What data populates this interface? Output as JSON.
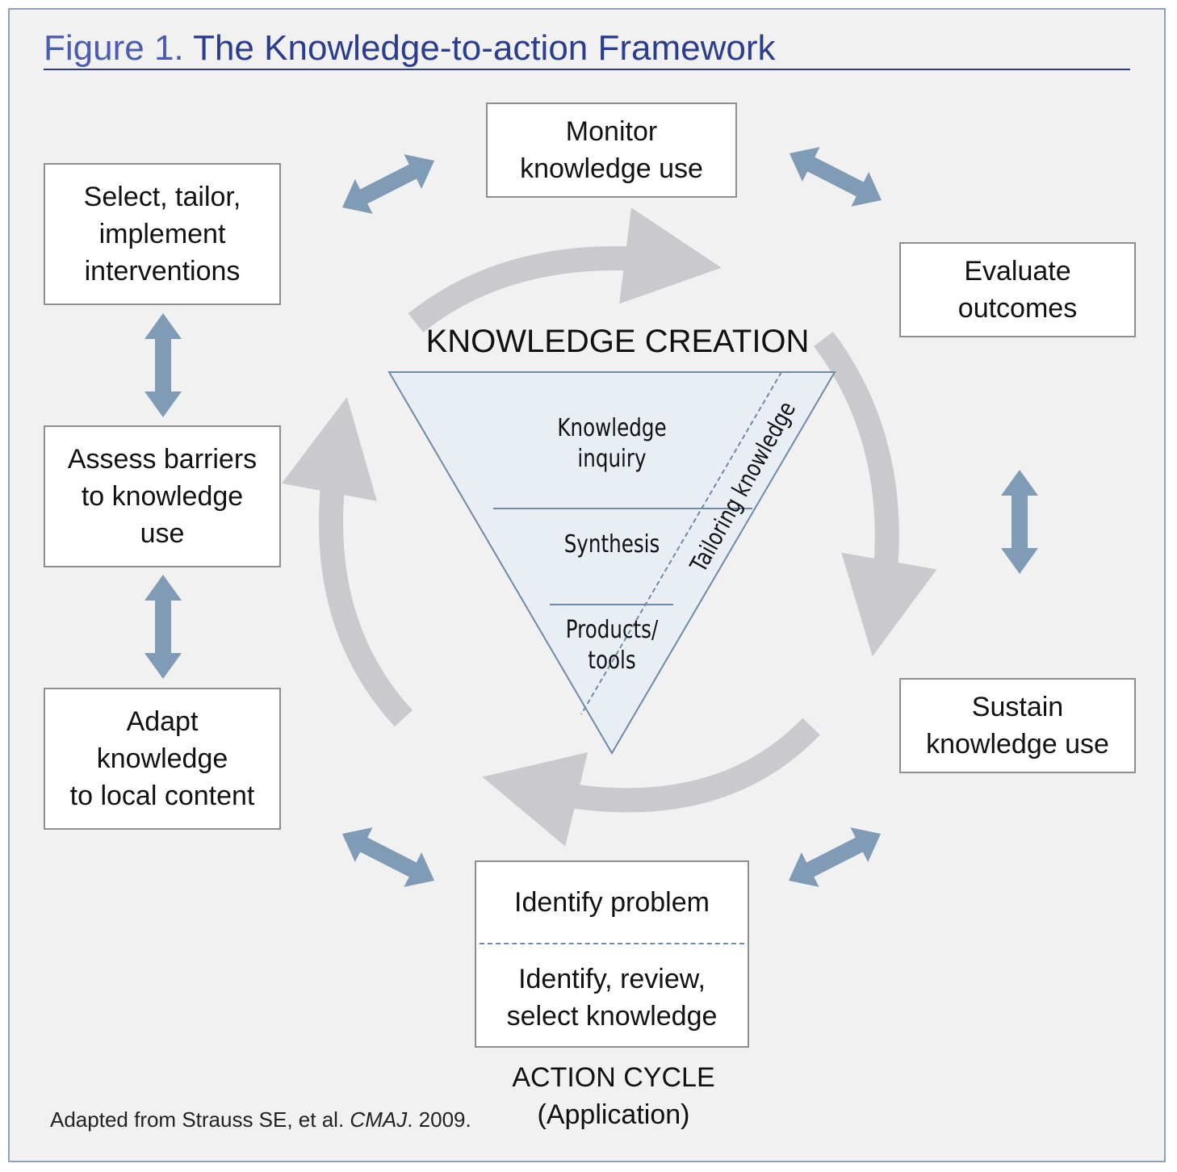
{
  "figure": {
    "title_prefix": "Figure 1.",
    "title": "The Knowledge-to-action Framework",
    "source_prefix": "Adapted from Strauss SE, et al.",
    "source_journal": "CMAJ",
    "source_suffix": ". 2009."
  },
  "knowledge_creation": {
    "title": "KNOWLEDGE CREATION",
    "layers": [
      "Knowledge\ninquiry",
      "Synthesis",
      "Products/\ntools"
    ],
    "tailoring": "Tailoring knowledge"
  },
  "action_cycle": {
    "label": "ACTION CYCLE\n(Application)",
    "steps": {
      "identify_problem": "Identify problem",
      "identify_knowledge": "Identify, review,\nselect knowledge",
      "adapt": "Adapt\nknowledge\nto local content",
      "assess": "Assess barriers\nto knowledge\nuse",
      "select": "Select, tailor,\nimplement\ninterventions",
      "monitor": "Monitor\nknowledge use",
      "evaluate": "Evaluate\noutcomes",
      "sustain": "Sustain\nknowledge use"
    }
  },
  "colors": {
    "title": "#2a3d8f",
    "arrow_blue": "#7f9bb5",
    "cycle_arrow_gray": "#c9c9ce",
    "triangle_fill": "#e9eef4",
    "triangle_stroke": "#6f8aa6"
  }
}
